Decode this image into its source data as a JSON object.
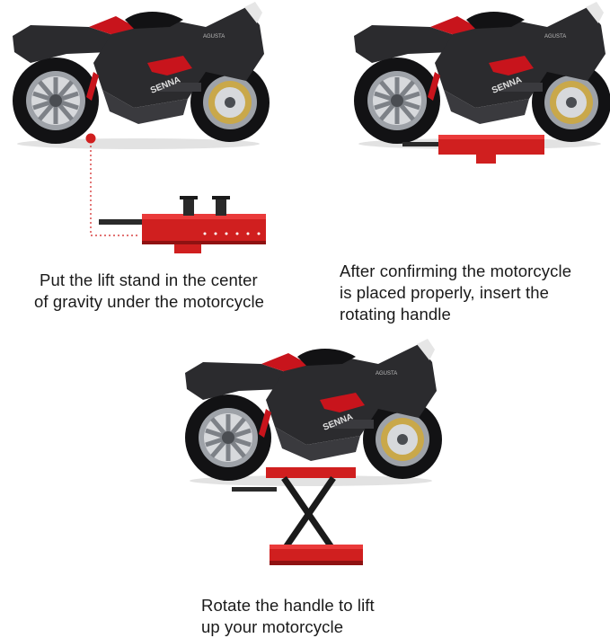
{
  "steps": [
    {
      "lines": [
        "Put the lift stand in the center",
        "of gravity under the motorcycle"
      ]
    },
    {
      "lines": [
        "After confirming the motorcycle",
        "is placed properly, insert the",
        "rotating handle"
      ]
    },
    {
      "lines": [
        "Rotate the handle to lift",
        "up your motorcycle"
      ]
    }
  ],
  "bike_brand": "SENNA",
  "bike_model": "AGUSTA",
  "colors": {
    "bike_body": "#2b2b2e",
    "bike_dark": "#121214",
    "accent_red": "#c8141c",
    "lift_red": "#d01f1f"
  }
}
